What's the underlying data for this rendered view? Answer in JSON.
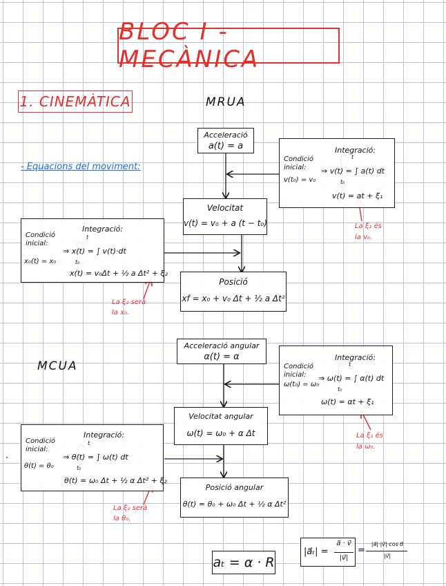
{
  "title": "BLOC I - MECÀNICA",
  "section": "1. CINEMÀTICA",
  "mrua": {
    "label": "MRUA",
    "equations_heading": "- Equacions del moviment:",
    "acceleracio": {
      "title": "Acceleració",
      "formula": "a(t) = a"
    },
    "velocitat": {
      "title": "Velocitat",
      "formula": "v(t) = v₀ + a (t − t₀)"
    },
    "posicio": {
      "title": "Posició",
      "formula": "xf = x₀ + v₀ Δt + ½ a Δt²"
    },
    "int_right": {
      "cond_label": "Condició inicial:",
      "cond_value": "v(t₀) = v₀",
      "int_label": "Integració:",
      "integral": "⇒ v(t) = ∫ a(t) dt",
      "upper": "t",
      "lower": "t₀",
      "result": "v(t) = at + ξ₁"
    },
    "int_left": {
      "cond_label": "Condició inicial:",
      "cond_value": "x₀(t) = x₀",
      "int_label": "Integració:",
      "integral": "⇒ x(t) = ∫ v(t)·dt",
      "upper": "t",
      "lower": "t₀",
      "result": "x(t) = v₀Δt + ½ a Δt² + ξ₂"
    },
    "note_right": [
      "La ξ₁ és",
      "la v₀."
    ],
    "note_left": [
      "La ξ₂ serà",
      "la x₀."
    ]
  },
  "mcua": {
    "label": "MCUA",
    "acceleracio": {
      "title": "Acceleració angular",
      "formula": "α(t) = α"
    },
    "velocitat": {
      "title": "Velocitat angular",
      "formula": "ω(t) = ω₀ + α Δt"
    },
    "posicio": {
      "title": "Posició angular",
      "formula": "θ(t) = θ₀ + ω₀ Δt + ½ α Δt²"
    },
    "int_right": {
      "cond_label": "Condició inicial:",
      "cond_value": "ω(t₀) = ω₀",
      "int_label": "Integració:",
      "integral": "⇒ ω(t) = ∫ α(t) dt",
      "upper": "t",
      "lower": "t₀",
      "result": "ω(t) = αt + ξ₁"
    },
    "int_left": {
      "cond_label": "Condició inicial:",
      "cond_value": "θ(t) = θ₀",
      "int_label": "Integració:",
      "integral": "⇒ θ(t) = ∫ ω(t) dt",
      "upper": "t",
      "lower": "t₀",
      "result": "θ(t) = ω₀ Δt + ½ α Δt² + ξ₂"
    },
    "note_right": [
      "La ξ₁ és",
      "la ω₀."
    ],
    "note_left": [
      "La ξ₂ serà",
      "la θ₀."
    ]
  },
  "formulas": {
    "tangential": "aₜ = α · R",
    "at_lhs": "|a⃗ₜ| =",
    "at_num": "a⃗ · v⃗",
    "at_den": "|v⃗|",
    "at_eq": "=",
    "at_num2": "|a⃗|·|v⃗|·cos θ",
    "at_den2": "|v⃗|"
  },
  "colors": {
    "accent": "#e0312b",
    "link": "#1e6ee6",
    "grid": "#b9c4dc"
  }
}
